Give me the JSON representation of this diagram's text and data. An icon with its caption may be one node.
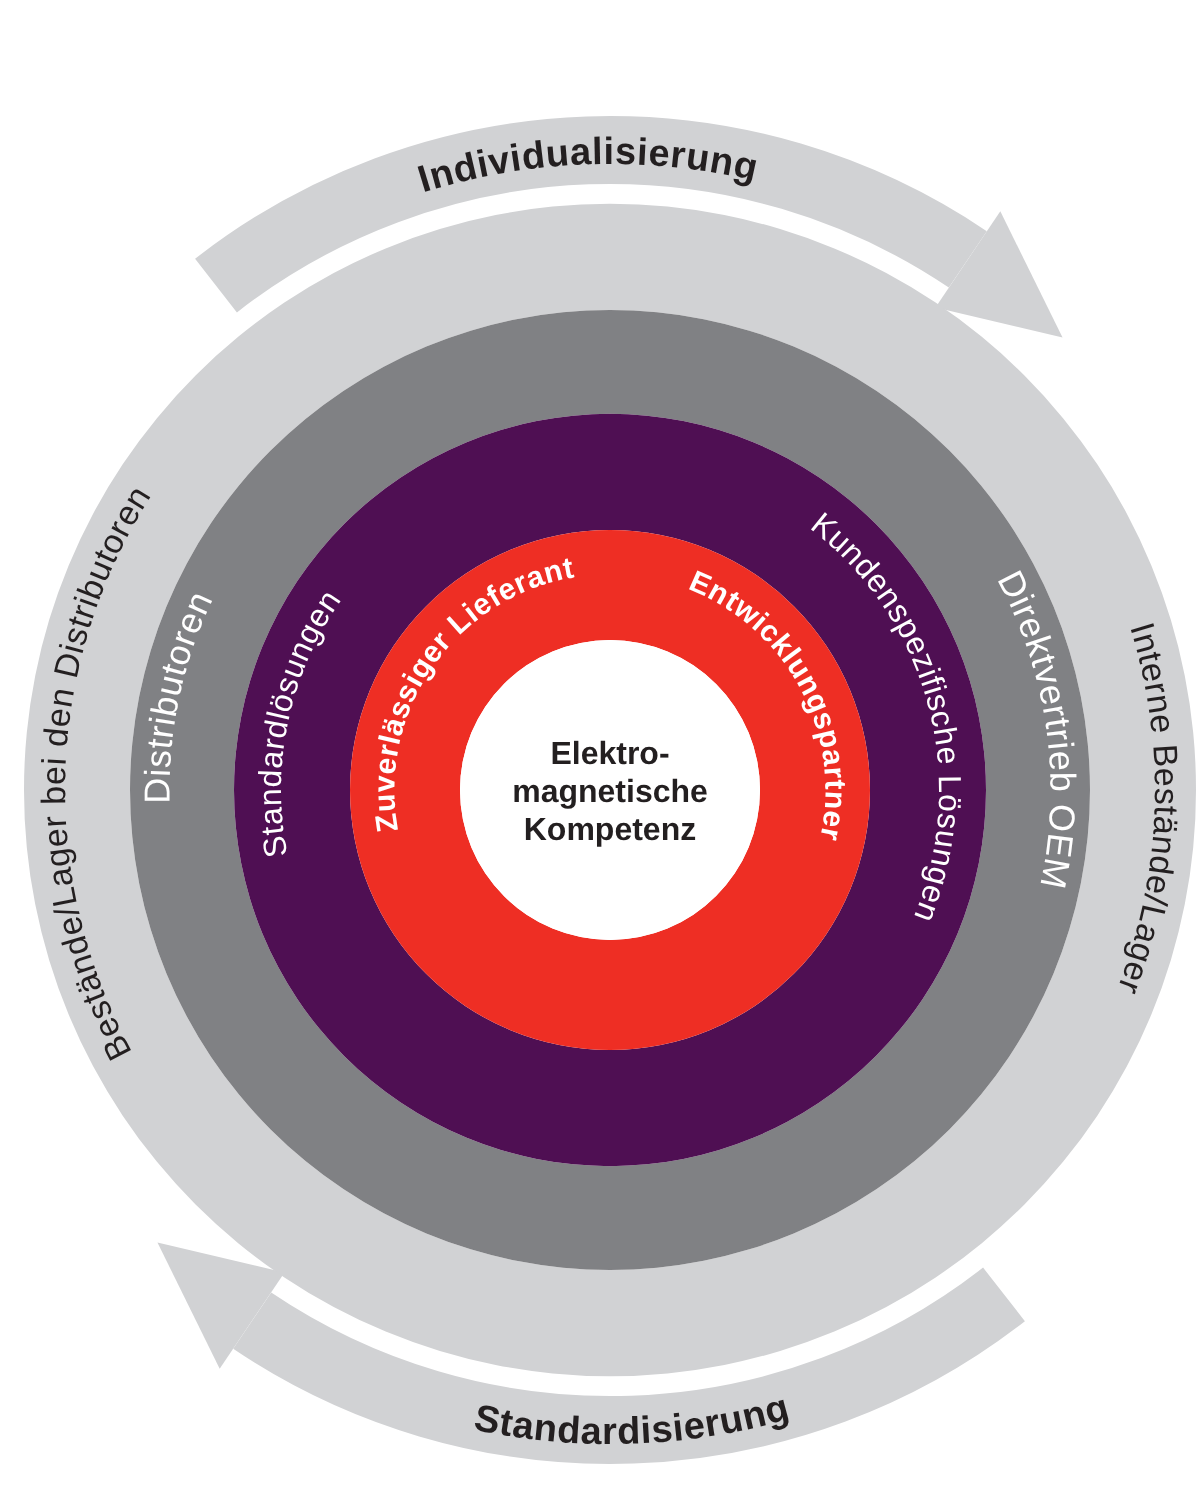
{
  "diagram": {
    "nodes": [
      {
        "text": [
          "Bestände/Lager bei den Distributoren",
          "Interne Bestände/Lager"
        ]
      },
      {
        "text": [
          "Distributoren",
          "Direktvertrieb OEM"
        ],
        "in": 0
      },
      {
        "text": [
          "Standardlösungen",
          "Kundenspezifische Lösungen"
        ],
        "in": 1
      },
      {
        "text": [
          "Zuverlässiger Lieferant",
          "Entwicklungspartner"
        ],
        "in": 2
      },
      {
        "text": [
          "Elektro- magnetische Kompetenz"
        ],
        "in": 3
      }
    ],
    "labels": [
      "Individualisierung",
      "Standardisierung"
    ]
  }
}
